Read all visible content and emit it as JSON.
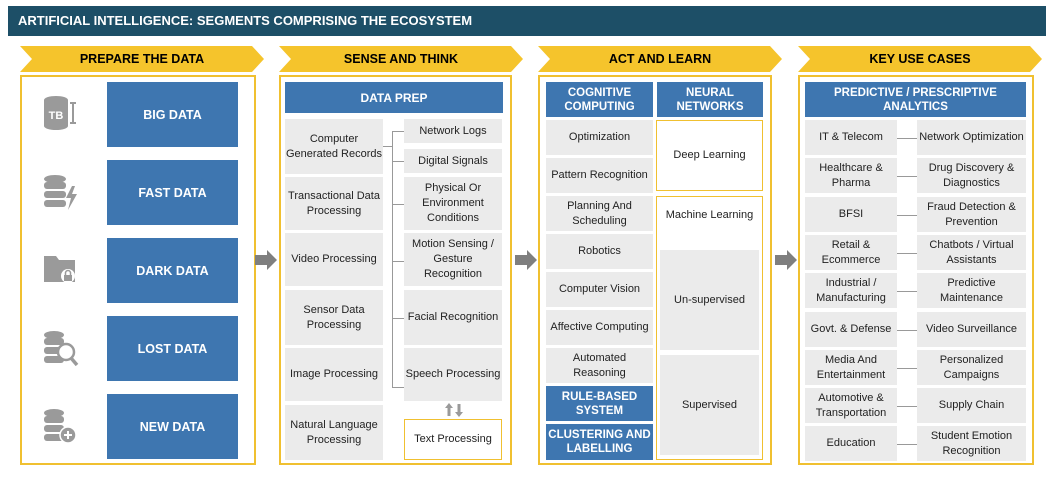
{
  "title": "ARTIFICIAL INTELLIGENCE: SEGMENTS COMPRISING THE ECOSYSTEM",
  "colors": {
    "title_bg": "#1d4f67",
    "chevron": "#f5c42c",
    "panel_border": "#f0c030",
    "box_blue": "#3e76b0",
    "box_grey": "#ebebeb",
    "arrow": "#7f7f7f"
  },
  "headers": [
    "PREPARE THE DATA",
    "SENSE AND THINK",
    "ACT AND LEARN",
    "KEY USE CASES"
  ],
  "prepare": [
    {
      "label": "BIG DATA",
      "icon": "tb-database-icon",
      "icon_text": "TB"
    },
    {
      "label": "FAST DATA",
      "icon": "database-lightning-icon"
    },
    {
      "label": "DARK DATA",
      "icon": "folder-lock-icon"
    },
    {
      "label": "LOST DATA",
      "icon": "database-search-icon"
    },
    {
      "label": "NEW DATA",
      "icon": "database-add-icon"
    }
  ],
  "sense": {
    "header": "DATA PREP",
    "left": [
      "Computer Generated Records",
      "Transactional Data Processing",
      "Video Processing",
      "Sensor Data Processing",
      "Image Processing",
      "Natural Language Processing"
    ],
    "right": [
      "Network Logs",
      "Digital Signals",
      "Physical Or Environment Conditions",
      "Motion Sensing / Gesture Recognition",
      "Facial Recognition",
      "Speech Processing",
      "Text Processing"
    ]
  },
  "act": {
    "header_left": "COGNITIVE COMPUTING",
    "header_right": "NEURAL NETWORKS",
    "left": [
      "Optimization",
      "Pattern Recognition",
      "Planning And Scheduling",
      "Robotics",
      "Computer Vision",
      "Affective Computing",
      "Automated Reasoning"
    ],
    "rule_based": "RULE-BASED SYSTEM",
    "clustering": "CLUSTERING AND LABELLING",
    "deep": "Deep Learning",
    "machine": "Machine Learning",
    "unsupervised": "Un-supervised",
    "supervised": "Supervised"
  },
  "usecases": {
    "header": "PREDICTIVE / PRESCRIPTIVE ANALYTICS",
    "rows": [
      {
        "industry": "IT & Telecom",
        "use": "Network Optimization"
      },
      {
        "industry": "Healthcare & Pharma",
        "use": "Drug Discovery & Diagnostics"
      },
      {
        "industry": "BFSI",
        "use": "Fraud Detection & Prevention"
      },
      {
        "industry": "Retail & Ecommerce",
        "use": "Chatbots / Virtual Assistants"
      },
      {
        "industry": "Industrial / Manufacturing",
        "use": "Predictive Maintenance"
      },
      {
        "industry": "Govt. & Defense",
        "use": "Video Surveillance"
      },
      {
        "industry": "Media And Entertainment",
        "use": "Personalized Campaigns"
      },
      {
        "industry": "Automotive & Transportation",
        "use": "Supply Chain"
      },
      {
        "industry": "Education",
        "use": "Student Emotion Recognition"
      }
    ]
  }
}
